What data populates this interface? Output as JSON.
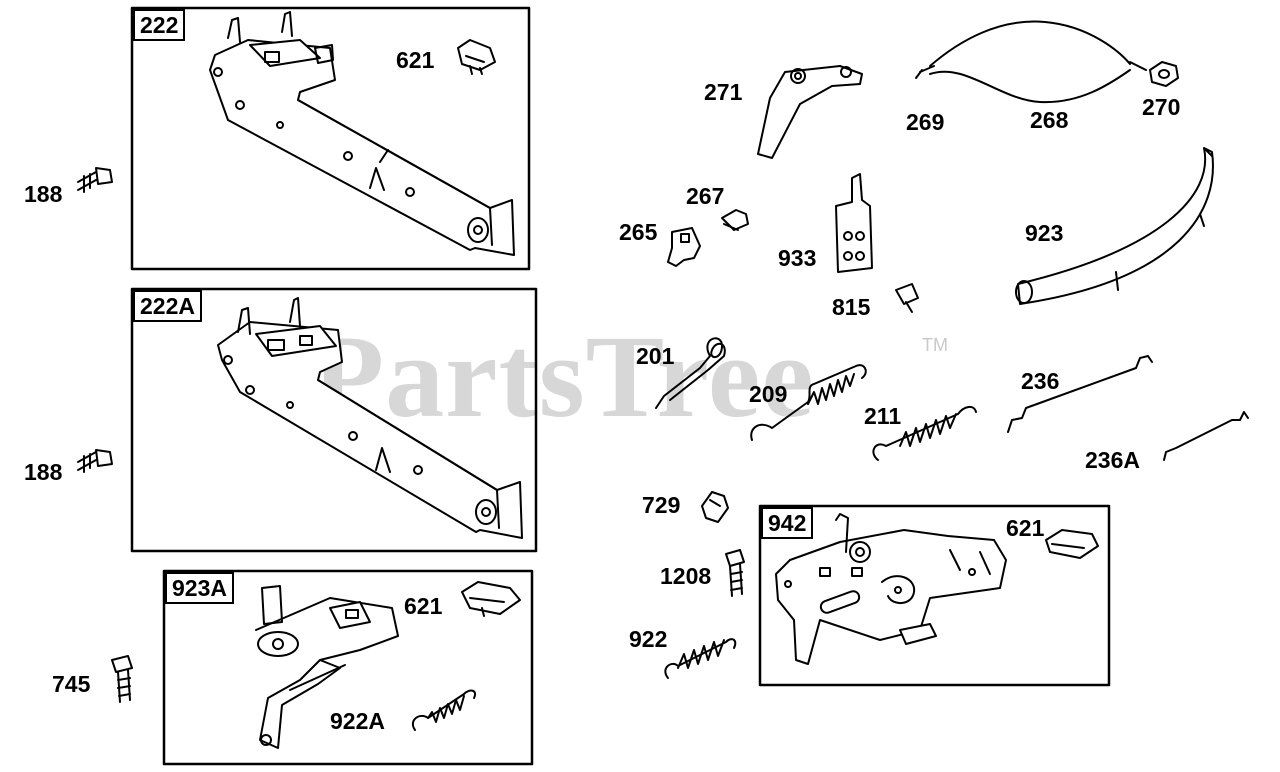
{
  "watermark": {
    "text": "PartsTree",
    "trademark": "TM"
  },
  "boxes": [
    {
      "id": "222",
      "tag": "222",
      "label_621": "621",
      "label_188": "188"
    },
    {
      "id": "222A",
      "tag": "222A",
      "label_188": "188"
    },
    {
      "id": "923A",
      "tag": "923A",
      "label_621": "621",
      "label_922A": "922A",
      "label_745": "745"
    },
    {
      "id": "942",
      "tag": "942",
      "label_621": "621"
    }
  ],
  "parts": {
    "p271": "271",
    "p269": "269",
    "p268": "268",
    "p270": "270",
    "p267": "267",
    "p265": "265",
    "p933": "933",
    "p923": "923",
    "p815": "815",
    "p201": "201",
    "p209": "209",
    "p211": "211",
    "p236": "236",
    "p236A": "236A",
    "p729": "729",
    "p1208": "1208",
    "p922": "922"
  }
}
